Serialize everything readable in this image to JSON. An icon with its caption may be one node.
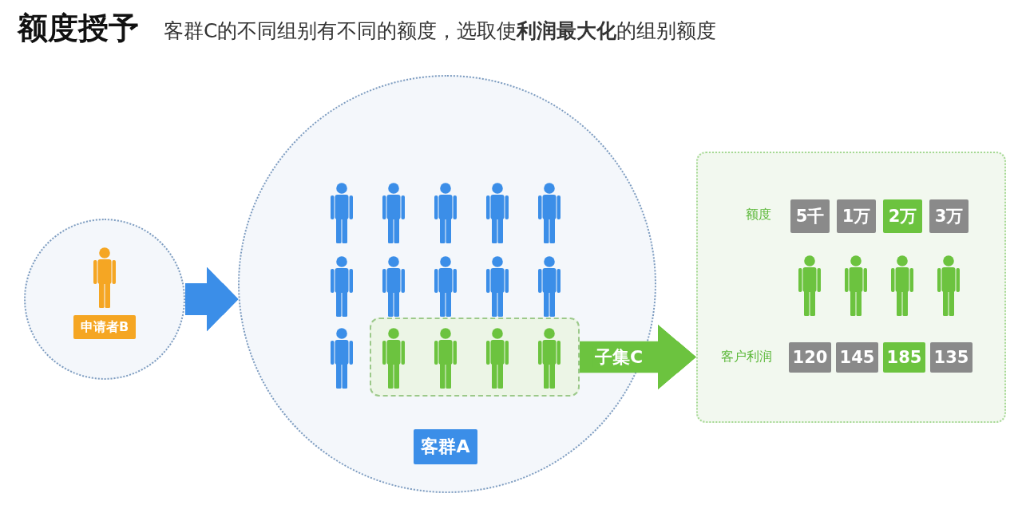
{
  "diagram": {
    "title": "额度授予",
    "nodes": [
      {
        "text": [],
        "shape": "circle"
      },
      {
        "text": [
          "申请者B"
        ],
        "in": 0
      },
      {
        "text": [],
        "shape": "circle"
      },
      {
        "text": [
          "客群A"
        ],
        "in": 2
      },
      {
        "text": [],
        "shape": "box",
        "in": 2
      },
      {
        "text": [],
        "shape": "box"
      },
      {
        "text": [
          "5千"
        ],
        "in": 5
      },
      {
        "text": [
          "1万"
        ],
        "in": 5
      },
      {
        "text": [
          "2万"
        ],
        "in": 5
      },
      {
        "text": [
          "3万"
        ],
        "in": 5
      },
      {
        "text": [
          "120"
        ],
        "in": 5
      },
      {
        "text": [
          "145"
        ],
        "in": 5
      },
      {
        "text": [
          "185"
        ],
        "in": 5
      },
      {
        "text": [
          "135"
        ],
        "in": 5
      }
    ],
    "edges": [
      {
        "from": 0,
        "to": 2,
        "arrow": "to",
        "color": "#3b8ee8"
      },
      {
        "from": 4,
        "to": 5,
        "arrow": "to",
        "label": "子集C",
        "color": "#6cc33f"
      }
    ],
    "labels": [
      "客群C的不同组别有不同的额度，选取使**利润最大化**的组别额度",
      "额度",
      "客户利润"
    ]
  }
}
